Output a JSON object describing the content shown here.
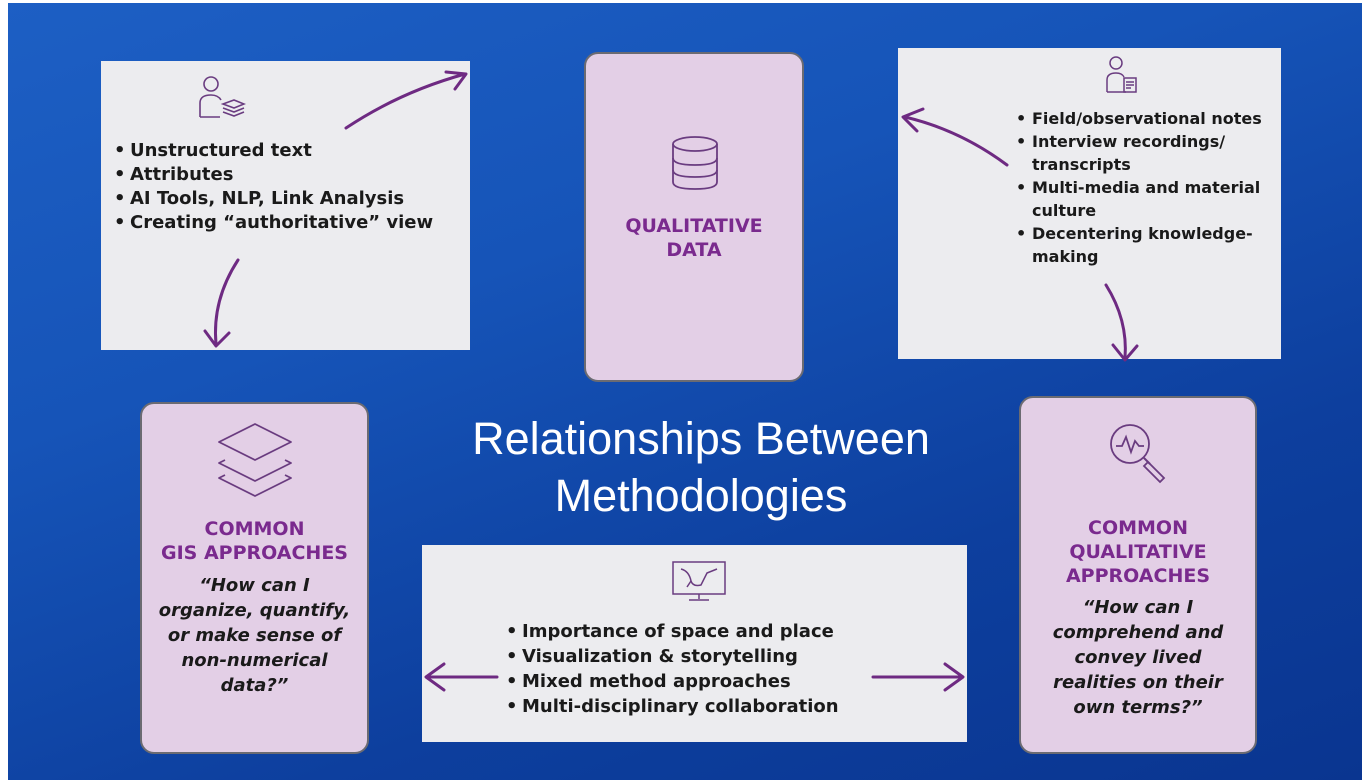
{
  "title": "Relationships Between\nMethodologies",
  "top_left_box": {
    "bullets": [
      "Unstructured text",
      "Attributes",
      "AI Tools, NLP, Link Analysis",
      "Creating “authoritative” view"
    ],
    "icon": "person-with-stack-icon"
  },
  "qualitative_data_card": {
    "title": "QUALITATIVE\nDATA",
    "icon": "database-icon"
  },
  "top_right_box": {
    "bullets": [
      "Field/observational notes",
      "Interview recordings/ transcripts",
      "Multi-media and material culture",
      "Decentering knowledge-making"
    ],
    "icon": "person-with-notepad-icon"
  },
  "gis_card": {
    "title": "COMMON\nGIS APPROACHES",
    "quote": "“How can I\norganize, quantify,\nor make sense of\nnon-numerical\ndata?”",
    "icon": "layers-icon"
  },
  "qualitative_card": {
    "title": "COMMON\nQUALITATIVE\nAPPROACHES",
    "quote": "“How can I\ncomprehend and\nconvey lived\nrealities on their\nown terms?”",
    "icon": "magnifier-chart-icon"
  },
  "bottom_center_box": {
    "bullets": [
      "Importance of space and place",
      "Visualization &  storytelling",
      "Mixed method approaches",
      "Multi-disciplinary collaboration"
    ],
    "icon": "map-screen-icon"
  },
  "colors": {
    "background": "#1654b8",
    "card_fill": "#e3cfe6",
    "card_title": "#7a2a8e",
    "box_fill": "#ececef",
    "arrow": "#6e2a82"
  }
}
